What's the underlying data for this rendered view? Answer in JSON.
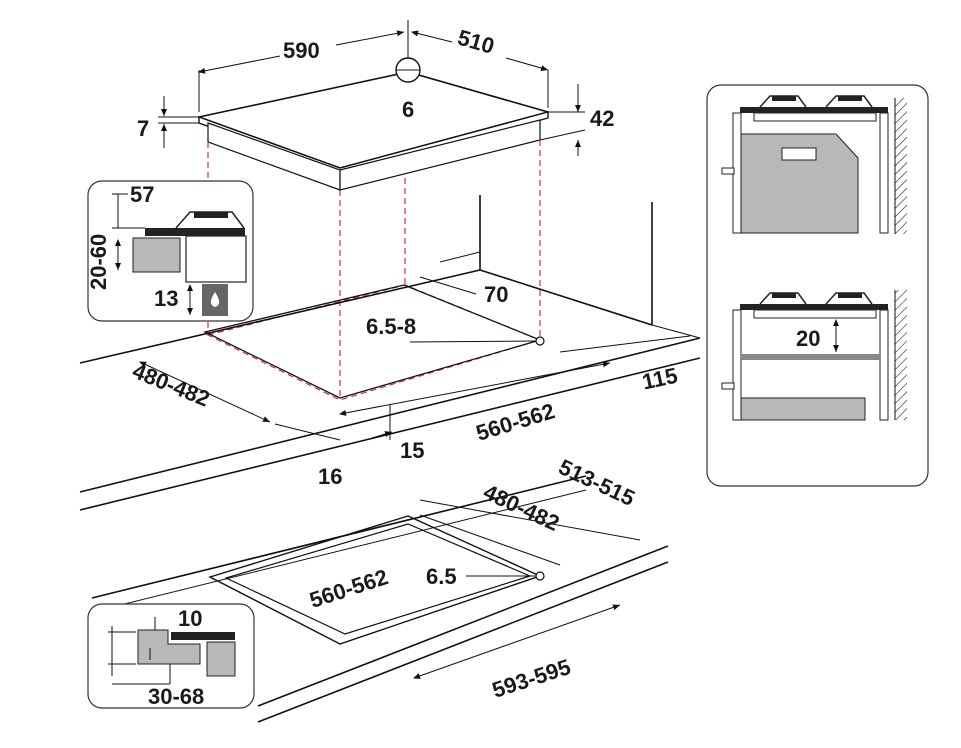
{
  "top_view": {
    "width": "590",
    "depth": "510",
    "gas_inlet": "6",
    "glass_thickness": "7",
    "total_height": "42"
  },
  "inset_side": {
    "top": "57",
    "range": "20-60",
    "bottom": "13"
  },
  "cutout_flush": {
    "offset_back": "70",
    "corner_radius": "6.5-8",
    "depth": "480-482",
    "side_offset": "115",
    "width": "560-562",
    "front_offset": "15",
    "front_edge": "16"
  },
  "cutout_recessed": {
    "outer_depth": "513-515",
    "inner_depth": "480-482",
    "inner_width": "560-562",
    "corner_radius": "6.5",
    "outer_width": "593-595"
  },
  "inset_recessed": {
    "step": "10",
    "thickness": "30-68"
  },
  "inset_oven": {
    "gap": "20"
  },
  "icons": [
    "gas-inlet-icon",
    "water-drop-icon",
    "arrow-icon"
  ]
}
